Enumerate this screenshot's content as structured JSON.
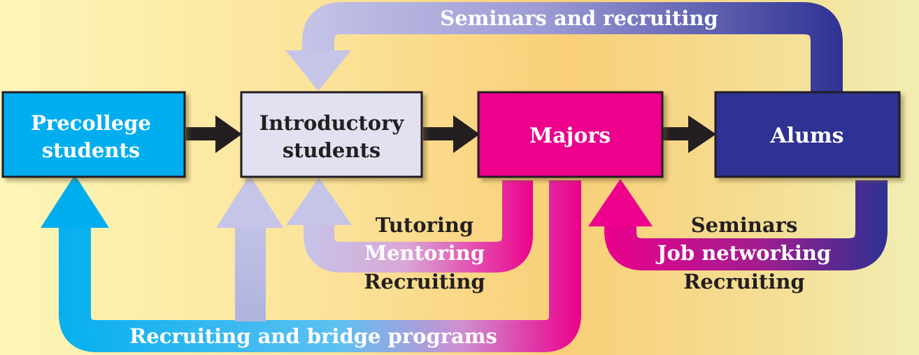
{
  "colors": {
    "precollege": "#00aeef",
    "introductory": "#e2e1f2",
    "majors": "#ec008c",
    "alums": "#2e3192",
    "lavender": "#b9b8e0",
    "connector": "#231f20",
    "text_dark": "#231f20",
    "text_light": "#ffffff"
  },
  "nodes": {
    "precollege": {
      "line1": "Precollege",
      "line2": "students",
      "icon": "box"
    },
    "introductory": {
      "line1": "Introductory",
      "line2": "students",
      "icon": "box"
    },
    "majors": {
      "label": "Majors",
      "icon": "box"
    },
    "alums": {
      "label": "Alums",
      "icon": "box"
    }
  },
  "flows": {
    "top_loop": {
      "label": "Seminars and recruiting",
      "from": "Alums",
      "to": "Introductory students"
    },
    "majors_to_intro": {
      "from": "Majors",
      "to": "Introductory students",
      "lines": [
        "Tutoring",
        "Mentoring",
        "Recruiting"
      ]
    },
    "alums_to_majors": {
      "from": "Alums",
      "to": "Majors",
      "lines": [
        "Seminars",
        "Job networking",
        "Recruiting"
      ]
    },
    "bottom_loop": {
      "label": "Recruiting and bridge programs",
      "from": "Majors",
      "to": [
        "Precollege students",
        "Introductory students"
      ]
    }
  },
  "connectors": [
    {
      "from": "Precollege students",
      "to": "Introductory students",
      "icon": "arrow-right"
    },
    {
      "from": "Introductory students",
      "to": "Majors",
      "icon": "arrow-right"
    },
    {
      "from": "Majors",
      "to": "Alums",
      "icon": "arrow-right"
    }
  ]
}
